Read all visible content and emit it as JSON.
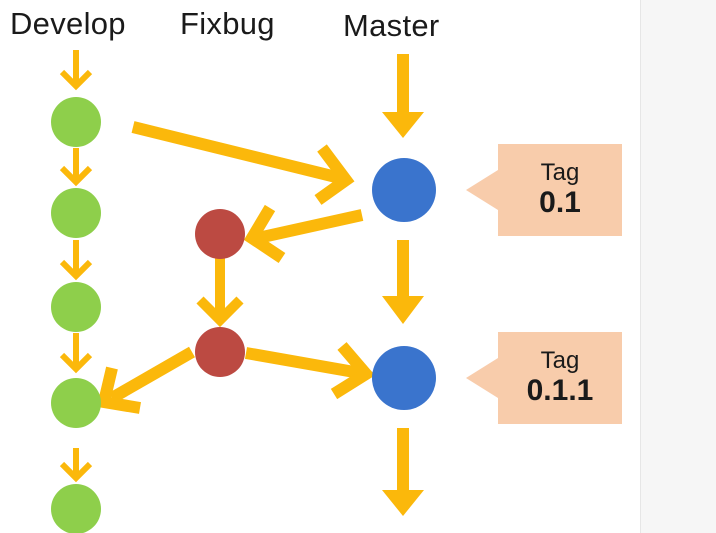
{
  "columns": {
    "develop": "Develop",
    "fixbug": "Fixbug",
    "master": "Master"
  },
  "tags": [
    {
      "title": "Tag",
      "version": "0.1"
    },
    {
      "title": "Tag",
      "version": "0.1.1"
    }
  ],
  "colors": {
    "arrow": "#fbb80b",
    "develop_node": "#8ecf4b",
    "fixbug_node": "#bc4a42",
    "master_node": "#3a74cd",
    "tag_bg": "#f8ccab"
  }
}
